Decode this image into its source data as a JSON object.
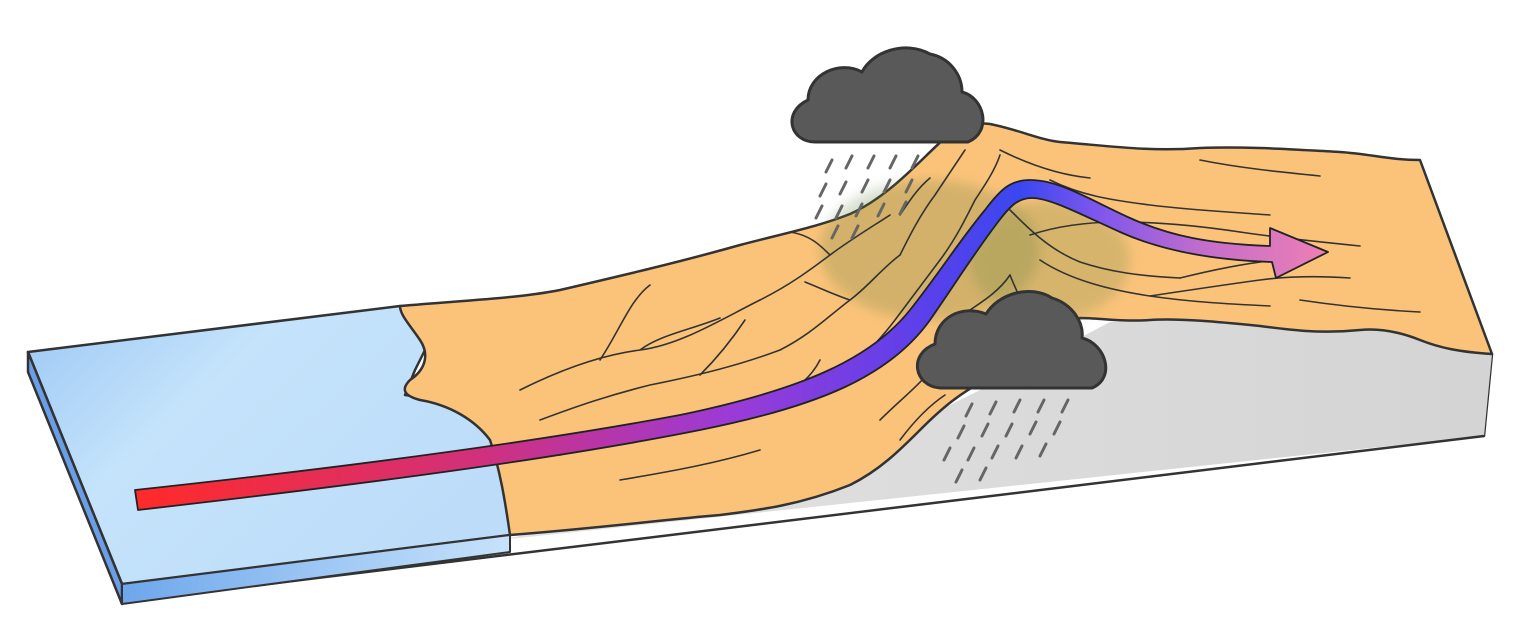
{
  "diagram": {
    "type": "block-diagram",
    "elements": [
      "ocean",
      "coastal-plain",
      "mountain-range",
      "drainage-network",
      "rain-cloud",
      "rain-cloud",
      "dry-leeward-plain",
      "air-flow-arrow"
    ],
    "colors": {
      "ocean_light": "#c5e3fb",
      "ocean_dark": "#7fb4ef",
      "ocean_edge": "#5f97e6",
      "sand": "#f7d4a0",
      "vegetation": "#8aa55a",
      "vegetation_light": "#a9c06d",
      "vegetation_dark": "#6f8a48",
      "dry_land": "#fbc37a",
      "block_side": "#dadada",
      "block_side_dark": "#c8c8c8",
      "cloud": "#595959",
      "cloud_outline": "#333333",
      "rain": "#666666",
      "arrow_start": "#ff2a2a",
      "arrow_mid": "#a03cd6",
      "arrow_peak": "#3a47f0",
      "arrow_end": "#ee7fb4",
      "outline": "#333333"
    }
  }
}
